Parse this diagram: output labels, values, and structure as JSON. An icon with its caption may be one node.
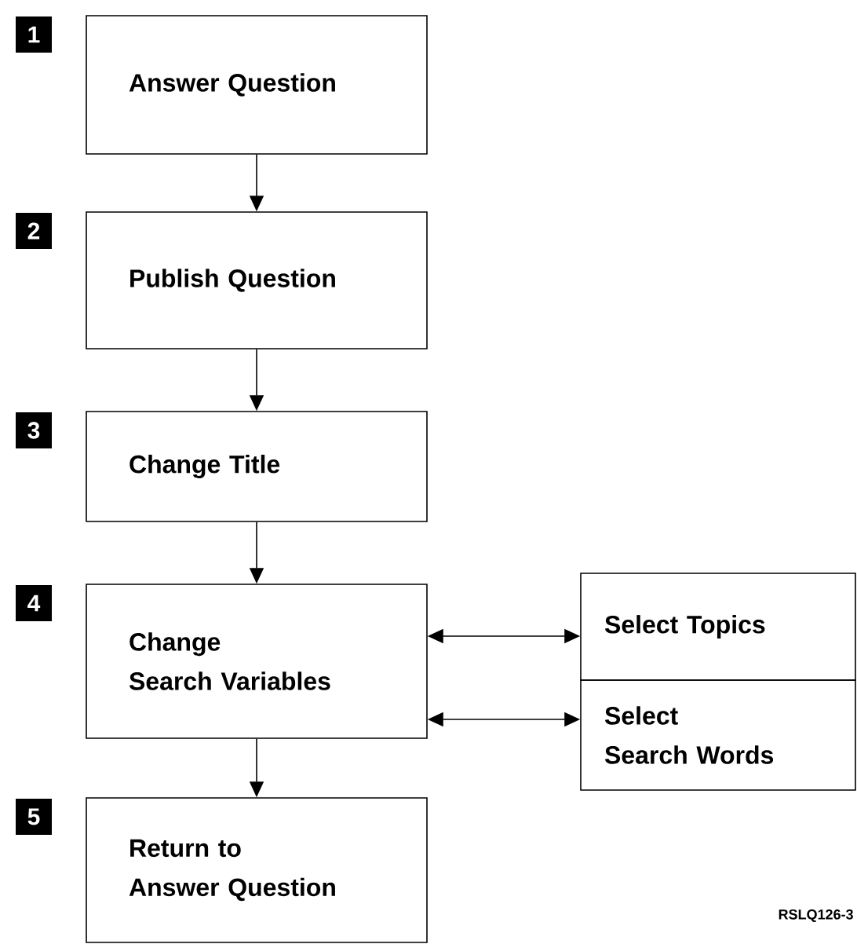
{
  "diagram": {
    "nodes": [
      {
        "text": [
          "Answer Question"
        ]
      },
      {
        "text": [
          "Publish Question"
        ]
      },
      {
        "text": [
          "Change Title"
        ]
      },
      {
        "text": [
          "Change Search Variables"
        ]
      },
      {
        "text": [
          "Select Topics"
        ]
      },
      {
        "text": [
          "Select Search Words"
        ]
      },
      {
        "text": [
          "Return to Answer Question"
        ]
      }
    ],
    "edges": [
      {
        "from": 0,
        "to": 1,
        "arrow": "to"
      },
      {
        "from": 1,
        "to": 2,
        "arrow": "to"
      },
      {
        "from": 2,
        "to": 3,
        "arrow": "to"
      },
      {
        "from": 3,
        "to": 4,
        "arrow": "both"
      },
      {
        "from": 3,
        "to": 5,
        "arrow": "both"
      },
      {
        "from": 3,
        "to": 6,
        "arrow": "to"
      }
    ],
    "labels": [
      "1",
      "2",
      "3",
      "4",
      "5",
      "RSLQ126-3"
    ]
  }
}
